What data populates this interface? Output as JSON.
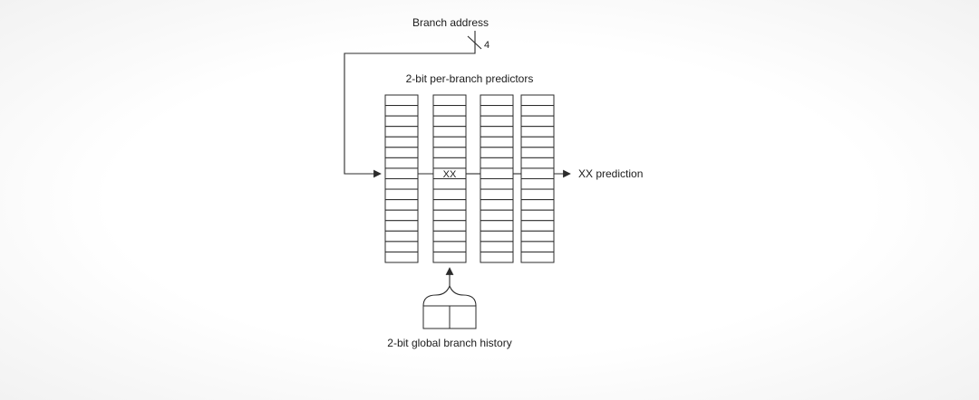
{
  "diagram": {
    "branch_address_label": "Branch address",
    "bus_width": "4",
    "predictors_label": "2-bit per-branch predictors",
    "selected_cell_value": "XX",
    "prediction_label": "XX prediction",
    "history_label": "2-bit global branch history",
    "columns": 4,
    "rows_per_column": 16,
    "history_cells": 2,
    "line_color": "#2b2b2b"
  }
}
